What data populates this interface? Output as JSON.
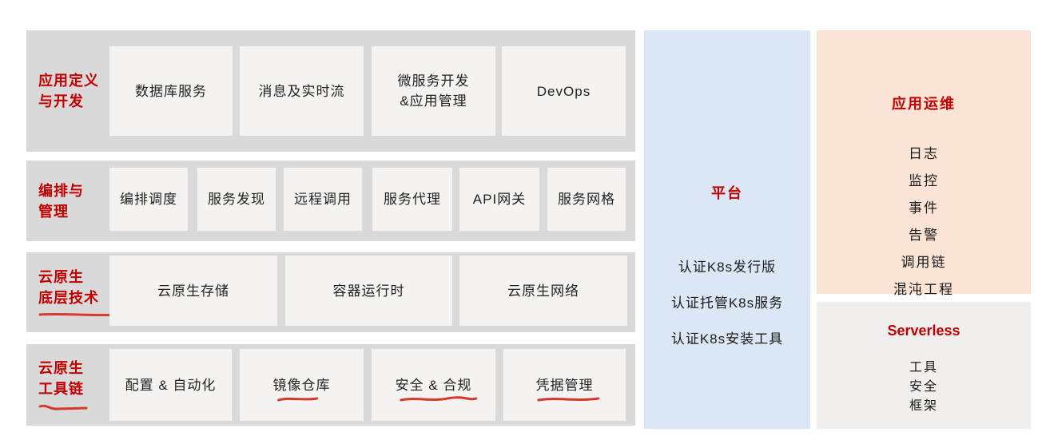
{
  "colors": {
    "page-bg": "#ffffff",
    "band-bg": "#d9d9d9",
    "box-bg": "#f4f3f2",
    "platform-bg": "#dbe7f4",
    "ops-bg": "#fbe4d5",
    "serverless-bg": "#f0efee",
    "title-red": "#c00000",
    "underline-red": "#d5392c",
    "text-dark": "#222222"
  },
  "rows": [
    {
      "label_line1": "应用定义",
      "label_line2": "与开发",
      "items": [
        {
          "text": "数据库服务"
        },
        {
          "text": "消息及实时流"
        },
        {
          "text": "微服务开发",
          "text2": "&应用管理"
        },
        {
          "text": "DevOps"
        }
      ]
    },
    {
      "label_line1": "编排与",
      "label_line2": "管理",
      "items": [
        {
          "text": "编排调度"
        },
        {
          "text": "服务发现"
        },
        {
          "text": "远程调用"
        },
        {
          "text": "服务代理"
        },
        {
          "text": "API网关"
        },
        {
          "text": "服务网格"
        }
      ]
    },
    {
      "label_line1": "云原生",
      "label_line2": "底层技术",
      "items": [
        {
          "text": "云原生存储"
        },
        {
          "text": "容器运行时"
        },
        {
          "text": "云原生网络"
        }
      ]
    },
    {
      "label_line1": "云原生",
      "label_line2": "工具链",
      "items": [
        {
          "text": "配置 & 自动化"
        },
        {
          "text": "镜像仓库"
        },
        {
          "text": "安全 & 合规"
        },
        {
          "text": "凭据管理"
        }
      ]
    }
  ],
  "platform": {
    "title": "平台",
    "items": [
      "认证K8s发行版",
      "认证托管K8s服务",
      "认证K8s安装工具"
    ]
  },
  "ops": {
    "title": "应用运维",
    "items": [
      "日志",
      "监控",
      "事件",
      "告警",
      "调用链",
      "混沌工程"
    ]
  },
  "serverless": {
    "title": "Serverless",
    "items": [
      "工具",
      "安全",
      "框架"
    ]
  }
}
